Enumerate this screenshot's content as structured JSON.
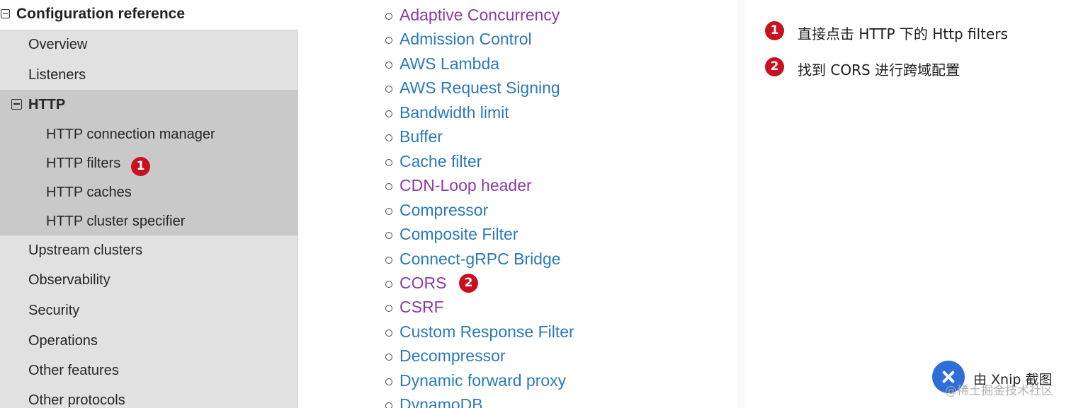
{
  "sidebar": {
    "title": "Configuration reference",
    "items_top": [
      {
        "label": "Overview"
      },
      {
        "label": "Listeners"
      }
    ],
    "http": {
      "label": "HTTP",
      "children": [
        {
          "label": "HTTP connection manager"
        },
        {
          "label": "HTTP filters",
          "badge": "1"
        },
        {
          "label": "HTTP caches"
        },
        {
          "label": "HTTP cluster specifier"
        }
      ]
    },
    "items_bottom": [
      {
        "label": "Upstream clusters"
      },
      {
        "label": "Observability"
      },
      {
        "label": "Security"
      },
      {
        "label": "Operations"
      },
      {
        "label": "Other features"
      },
      {
        "label": "Other protocols"
      }
    ]
  },
  "filters": [
    {
      "label": "Adaptive Concurrency",
      "visited": true
    },
    {
      "label": "Admission Control",
      "visited": false
    },
    {
      "label": "AWS Lambda",
      "visited": false
    },
    {
      "label": "AWS Request Signing",
      "visited": false
    },
    {
      "label": "Bandwidth limit",
      "visited": false
    },
    {
      "label": "Buffer",
      "visited": false
    },
    {
      "label": "Cache filter",
      "visited": false
    },
    {
      "label": "CDN-Loop header",
      "visited": true
    },
    {
      "label": "Compressor",
      "visited": false
    },
    {
      "label": "Composite Filter",
      "visited": false
    },
    {
      "label": "Connect-gRPC Bridge",
      "visited": false
    },
    {
      "label": "CORS",
      "visited": true,
      "badge": "2"
    },
    {
      "label": "CSRF",
      "visited": true
    },
    {
      "label": "Custom Response Filter",
      "visited": false
    },
    {
      "label": "Decompressor",
      "visited": false
    },
    {
      "label": "Dynamic forward proxy",
      "visited": false
    },
    {
      "label": "DynamoDB",
      "visited": false
    }
  ],
  "notes": [
    {
      "badge": "1",
      "text": "直接点击 HTTP 下的 Http filters"
    },
    {
      "badge": "2",
      "text": "找到 CORS 进行跨域配置"
    }
  ],
  "watermark": {
    "text": "由 Xnip 截图",
    "sub": "@稀土掘金技术社区"
  },
  "colors": {
    "link": "#2a7ab9",
    "visited_link": "#8e3aa6",
    "badge": "#c8101e",
    "sidebar_bg": "#e1e1e1",
    "sidebar_active_bg": "#c9c9c9"
  }
}
